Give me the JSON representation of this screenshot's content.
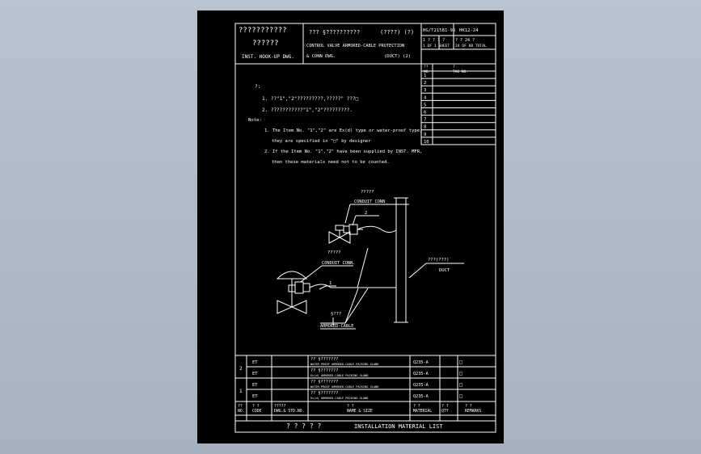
{
  "title_block": {
    "left_line1": "???????????",
    "left_line2": "??????",
    "left_line3": "INST. HOOK-UP DWG.",
    "mid_line1": "??? §??????????",
    "mid_paren": "(????) (?)",
    "mid_line2": "CONTROL VALVE ARMORED-CABLE PROTECTION",
    "mid_line3": "& CONN DWG.",
    "mid_duct": "(DUCT) (2)",
    "right_code": "HG/T21581-95",
    "right_code2": "HK12-24",
    "sheet_q": "1 ? ? 1 ?",
    "sheet_q2": "? ? 24 ?",
    "sheet_of": "1  OF 1 SHEET",
    "sheet_total": "24 OF 60 TOTAL"
  },
  "sidetable": {
    "head_no": "??\nNO.",
    "head_tag": "?\nTAG NO.",
    "rows": [
      "1",
      "2",
      "3",
      "4",
      "5",
      "6",
      "7",
      "8",
      "9",
      "10"
    ]
  },
  "notes": {
    "cn_heading": "?:",
    "cn1": "1.  ??\"1\",\"2\"?????????,?????\" ???□",
    "cn2": "2.  ???????????\"1\",\"2\"?????????.",
    "en_heading": "Note:",
    "en1a": "1. The Item No. \"1\",\"2\" are Ex(d) type or water-proof type,",
    "en1b": "they are specified in \"□\" by designer",
    "en2a": "2. If the Item No. \"1\",\"2\" have been supplied by INST. MFR,",
    "en2b": "then these materials need not to be counted."
  },
  "diagram": {
    "conduit_cn1": "?????",
    "conduit_en1": "CONDUIT CONN",
    "item2": "2",
    "conduit_cn2": "?????",
    "conduit_en2": "CONDUIT CONN.",
    "item1": "1",
    "duct_cn": "???(???)",
    "duct_en": "DUCT",
    "armored_cn": "§???",
    "armored_en": "ARMORED-CABLE"
  },
  "material_list": {
    "rows": [
      {
        "no": "2",
        "code": "ET",
        "cn": "?? §???????",
        "en": "WATER-PROOF ARMORED-CABLE PACKING GLAND",
        "mat": "Q235-A",
        "qty": "□"
      },
      {
        "no": "",
        "code": "ET",
        "cn": "?? §???????",
        "en": "Ex(d) ARMORED-CABLE PACKING GLAND",
        "mat": "Q235-A",
        "qty": "□"
      },
      {
        "no": "1",
        "code": "ET",
        "cn": "?? §???????",
        "en": "WATER-PROOF ARMORED-CABLE PACKING GLAND",
        "mat": "Q235-A",
        "qty": "□"
      },
      {
        "no": "",
        "code": "ET",
        "cn": "?? §???????",
        "en": "Ex(d) ARMORED-CABLE PACKING GLAND",
        "mat": "Q235-A",
        "qty": "□"
      }
    ],
    "header": {
      "no": "??\nNO.",
      "code": "? ?\nCODE",
      "std": "?????\nDWG.& STD.NO.",
      "name": "? ?\nNAME & SIZE",
      "mat": "? ?\nMATERIAL",
      "qty": "? ?\nQTY",
      "remarks": "? ?\nREMARKS"
    },
    "footer_cn": "? ? ? ? ?",
    "footer_en": "INSTALLATION MATERIAL LIST"
  }
}
